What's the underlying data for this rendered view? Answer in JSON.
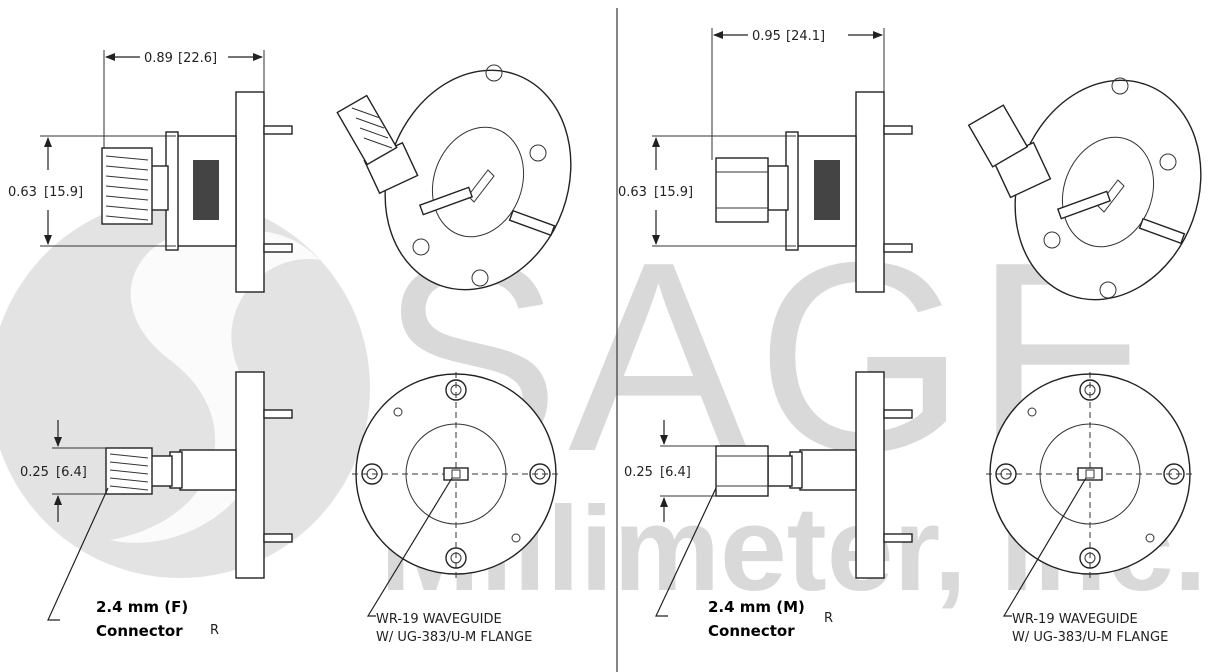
{
  "watermark": {
    "word": "SAGE",
    "line2": "Millimeter, Inc."
  },
  "left": {
    "dim_length": "0.89",
    "dim_length_mm": "[22.6]",
    "dim_height": "0.63",
    "dim_height_mm": "[15.9]",
    "dim_offset": "0.25",
    "dim_offset_mm": "[6.4]",
    "connector_line1": "2.4 mm (F)",
    "connector_line2": "Connector",
    "stray_text": "R",
    "waveguide_line1": "WR-19 WAVEGUIDE",
    "waveguide_line2": "W/ UG-383/U-M FLANGE"
  },
  "right": {
    "dim_length": "0.95",
    "dim_length_mm": "[24.1]",
    "dim_height": "0.63",
    "dim_height_mm": "[15.9]",
    "dim_offset": "0.25",
    "dim_offset_mm": "[6.4]",
    "connector_line1": "2.4 mm (M)",
    "connector_line2": "Connector",
    "stray_text": "R",
    "waveguide_line1": "WR-19 WAVEGUIDE",
    "waveguide_line2": "W/ UG-383/U-M FLANGE"
  }
}
